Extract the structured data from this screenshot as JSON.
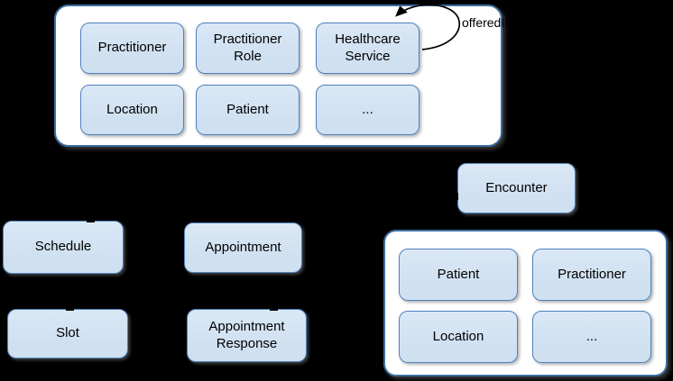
{
  "diagram": {
    "colors": {
      "background": "#000000",
      "container_fill": "#ffffff",
      "container_border": "#3c6e9f",
      "node_fill": "#cfe0f1",
      "node_border": "#4f81bd",
      "text": "#000000",
      "arrow": "#000000"
    },
    "groups": {
      "administration": {
        "nodes": [
          {
            "label": "Practitioner"
          },
          {
            "label": "Practitioner Role"
          },
          {
            "label": "Healthcare Service"
          },
          {
            "label": "Location"
          },
          {
            "label": "Patient"
          },
          {
            "label": "..."
          }
        ],
        "self_loop": {
          "label": "offeredIn",
          "on_node": "Healthcare Service"
        }
      },
      "encounter_group": {
        "nodes": [
          {
            "label": "Patient"
          },
          {
            "label": "Practitioner"
          },
          {
            "label": "Location"
          },
          {
            "label": "..."
          }
        ]
      }
    },
    "standalone_nodes": [
      {
        "label": "Encounter"
      },
      {
        "label": "Schedule"
      },
      {
        "label": "Appointment"
      },
      {
        "label": "Slot"
      },
      {
        "label": "Appointment Response"
      }
    ]
  }
}
